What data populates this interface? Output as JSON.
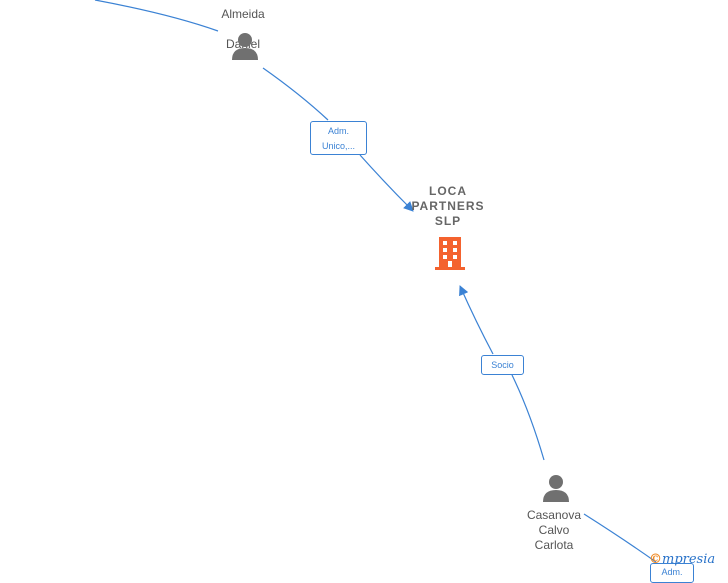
{
  "nodes": {
    "person_top": {
      "name_line1": "Almeida",
      "name_line2": "Daniel"
    },
    "company": {
      "name": "LOCA\nPARTNERS\nSLP"
    },
    "person_bottom": {
      "name": "Casanova\nCalvo\nCarlota"
    }
  },
  "edges": {
    "adm_top": {
      "label_line1": "Adm.",
      "label_line2": "Unico,..."
    },
    "socio": {
      "label": "Socio"
    },
    "adm_bottom": {
      "label": "Adm."
    }
  },
  "brand": {
    "c": "©",
    "text": "mpresia"
  },
  "colors": {
    "edge": "#3b82d4",
    "company_icon": "#f4622e",
    "person_icon": "#707070"
  }
}
